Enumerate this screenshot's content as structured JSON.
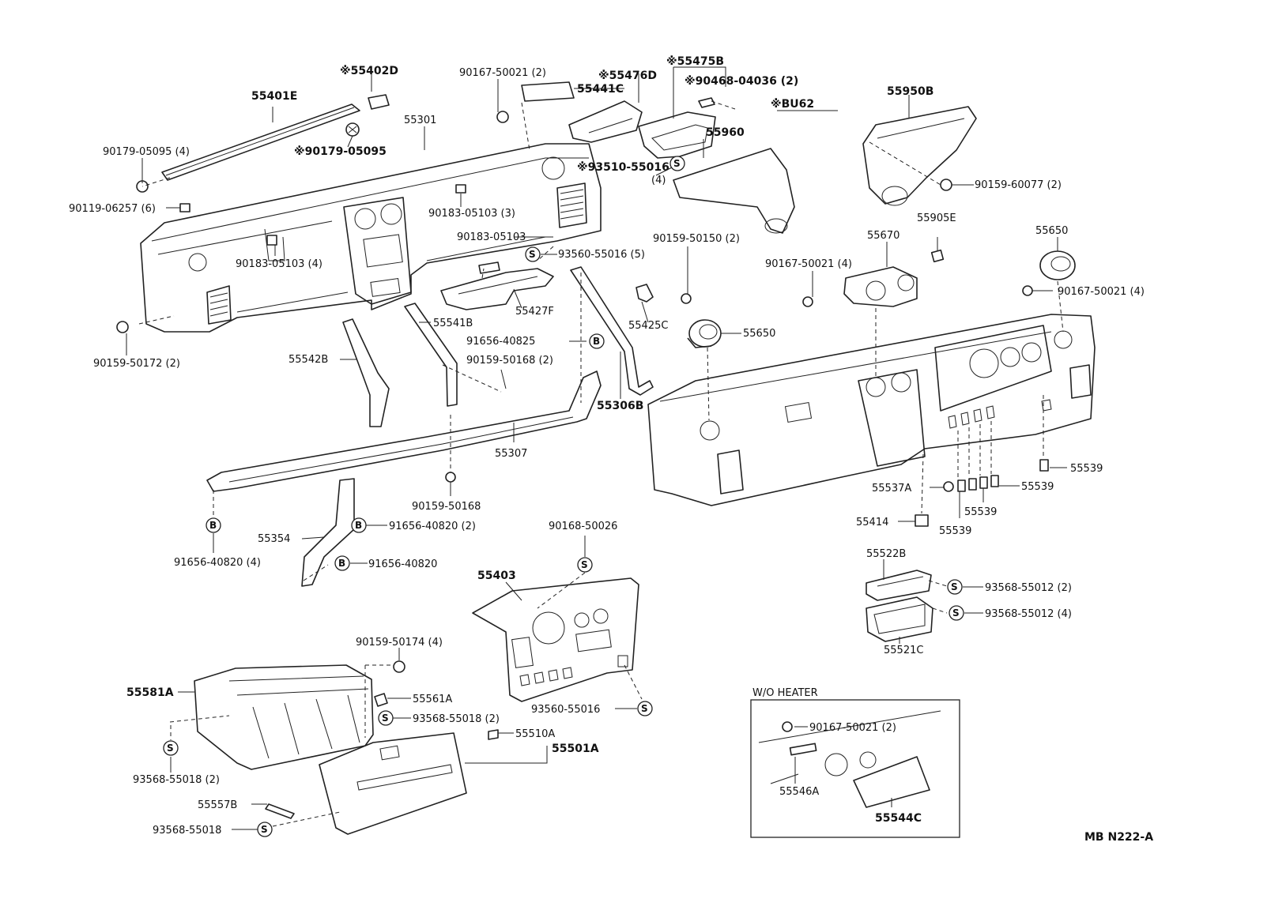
{
  "labels": {
    "l1": "55401E",
    "l2": "※55402D",
    "l3": "90179-05095 (4)",
    "l4": "※90179-05095",
    "l5": "55301",
    "l6": "90167-50021 (2)",
    "l7": "55441C",
    "l8": "※55476D",
    "l9": "※55475B",
    "l10": "※90468-04036 (2)",
    "l11": "※BU62",
    "l12": "55950B",
    "l13": "55960",
    "l14": "※93510-55016",
    "l15": "(4)",
    "l16": "90159-60077 (2)",
    "l17": "90119-06257 (6)",
    "l18": "90183-05103 (3)",
    "l19": "90183-05103",
    "l20": "93560-55016 (5)",
    "l21": "90183-05103 (4)",
    "l22": "90159-50150 (2)",
    "l23": "55670",
    "l24": "55905E",
    "l25": "55650",
    "l26": "90167-50021 (4)",
    "l27": "90167-50021 (4)",
    "l28": "55427F",
    "l29": "55425C",
    "l30": "55650",
    "l31": "90159-50172 (2)",
    "l32": "55541B",
    "l33": "91656-40825",
    "l34": "90159-50168 (2)",
    "l35": "55542B",
    "l36": "55306B",
    "l37": "55307",
    "l38": "90159-50168",
    "l39": "55539",
    "l40": "55537A",
    "l41": "55539",
    "l42": "55539",
    "l43": "55414",
    "l44": "55539",
    "l45": "55354",
    "l46": "91656-40820 (2)",
    "l47": "91656-40820 (4)",
    "l48": "91656-40820",
    "l49": "90168-50026",
    "l50": "55403",
    "l51": "55522B",
    "l52": "93568-55012 (2)",
    "l53": "93568-55012 (4)",
    "l54": "55521C",
    "l55": "90159-50174 (4)",
    "l56": "55581A",
    "l57": "55561A",
    "l58": "93568-55018 (2)",
    "l59": "93560-55016",
    "l60": "55510A",
    "l61": "55501A",
    "l62": "93568-55018 (2)",
    "l63": "55557B",
    "l64": "93568-55018",
    "l65": "W/O HEATER",
    "l66": "90167-50021 (2)",
    "l67": "55546A",
    "l68": "55544C",
    "l69": "MB N222-A"
  },
  "symbols": {
    "s": "S",
    "b": "B"
  },
  "colors": {
    "ink": "#222222",
    "paper": "#ffffff"
  }
}
